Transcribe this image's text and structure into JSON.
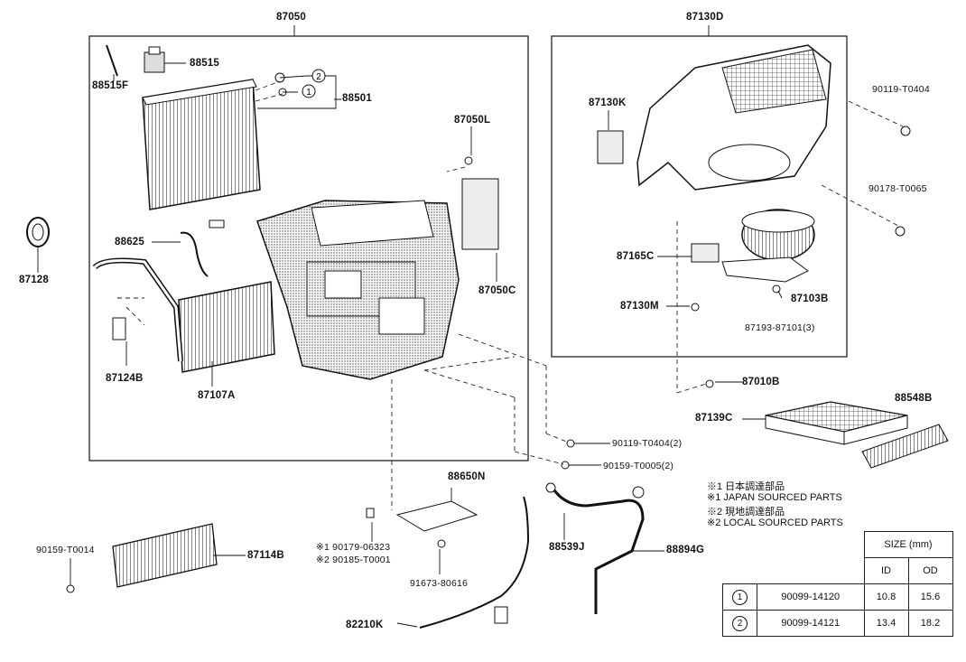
{
  "assemblies": {
    "left_group": "87050",
    "right_group": "87130D"
  },
  "parts": {
    "p88515": "88515",
    "p88515F": "88515F",
    "p88501": "88501",
    "p87050L": "87050L",
    "p87128": "87128",
    "p88625": "88625",
    "p87050C": "87050C",
    "p87124B": "87124B",
    "p87107A": "87107A",
    "p87130K": "87130K",
    "p90119a": "90119-T0404",
    "p90178": "90178-T0065",
    "p87165C": "87165C",
    "p87130M": "87130M",
    "p87103B": "87103B",
    "p87193": "87193-87101(3)",
    "p87010B": "87010B",
    "p88548B": "88548B",
    "p87139C": "87139C",
    "p90119b": "90119-T0404(2)",
    "p90159b": "90159-T0005(2)",
    "p88650N": "88650N",
    "p88539J": "88539J",
    "p88894G": "88894G",
    "p90159a": "90159-T0014",
    "p87114B": "87114B",
    "p90179": "※1 90179-06323",
    "p90185": "※2 90185-T0001",
    "p91673": "91673-80616",
    "p82210K": "82210K"
  },
  "callouts": {
    "c1": "1",
    "c2": "2"
  },
  "notes": {
    "n1": "※1 日本調達部品",
    "n2": "※1 JAPAN SOURCED PARTS",
    "n3": "※2 現地調達部品",
    "n4": "※2 LOCAL SOURCED PARTS"
  },
  "size_table": {
    "title": "SIZE (mm)",
    "col_id": "ID",
    "col_od": "OD",
    "rows": [
      {
        "mark": "1",
        "part": "90099-14120",
        "id": "10.8",
        "od": "15.6"
      },
      {
        "mark": "2",
        "part": "90099-14121",
        "id": "13.4",
        "od": "18.2"
      }
    ]
  }
}
